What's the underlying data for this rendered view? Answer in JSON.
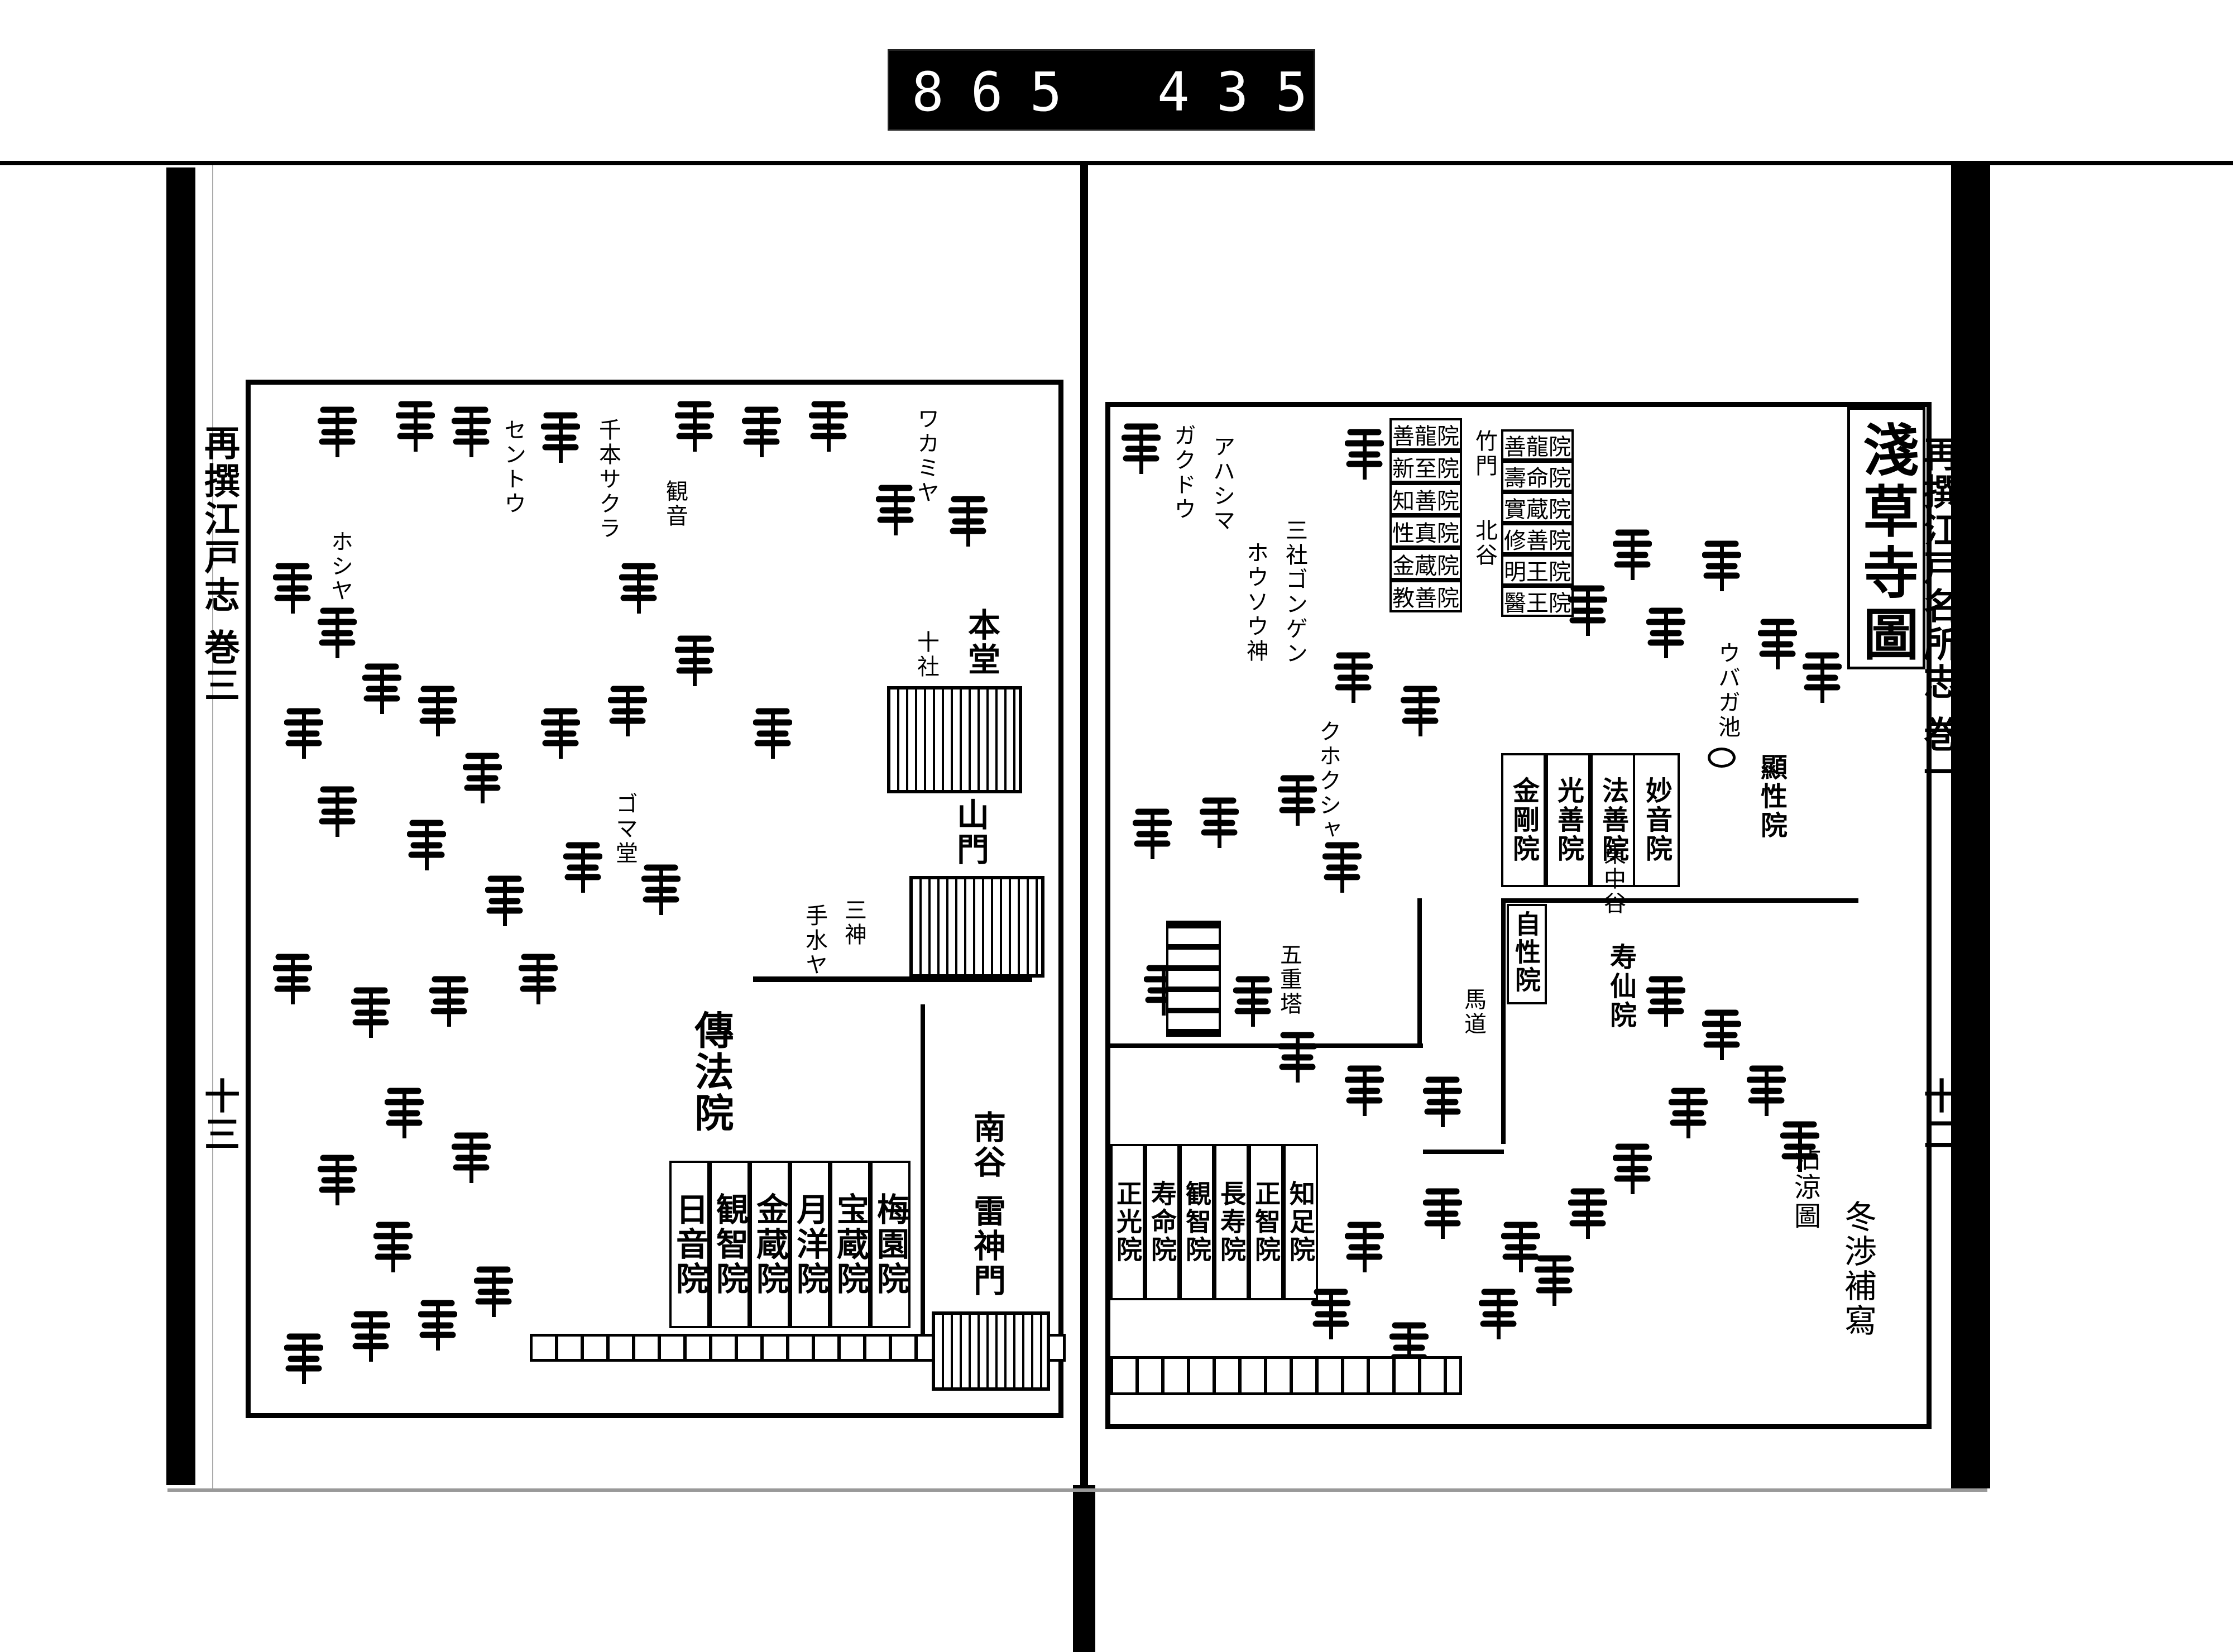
{
  "label_strip": {
    "left_number": "865",
    "right_number": "435."
  },
  "left_page": {
    "margin_title": "再撰江戸志 巻三",
    "page_number": "十三",
    "labels": {
      "main_hall": "本堂",
      "gate": "山門",
      "south_valley": "南谷",
      "thunder_gate": "雷神門",
      "denpoin": "傳法院",
      "temple_column": [
        "梅園院",
        "宝蔵院",
        "月洋院",
        "金蔵院",
        "観智院",
        "日音院"
      ],
      "shrine_ten": "十社",
      "thousand_trees": "千本サクラ",
      "kannon": "観音",
      "misc": [
        "セントウ",
        "ワカミヤ",
        "ホシヤ",
        "ゴマ堂",
        "三神",
        "手水ヤ"
      ]
    }
  },
  "right_page": {
    "title": "淺草寺圖",
    "margin_title": "再撰江戸名所志 巻一",
    "page_number": "十二",
    "labels": {
      "north_valley": "北谷",
      "bamboo_gate": "竹門",
      "north_column_left": [
        "善龍院",
        "新至院",
        "知善院",
        "性真院",
        "金蔵院",
        "教善院"
      ],
      "north_column_right": [
        "善龍院",
        "壽命院",
        "實蔵院",
        "修善院",
        "明王院",
        "醫王院"
      ],
      "row_bottom": [
        "金剛院",
        "光善院",
        "法善院",
        "妙音院",
        "顯性院"
      ],
      "pond": "ウバガ池",
      "east_middle_valley": "東中谷",
      "jishoin": "自性院",
      "jusenin": "寿仙院",
      "horse_road": "馬道",
      "pagoda": "五重塔",
      "south_column": [
        "知足院",
        "正智院",
        "長寿院",
        "観智院",
        "寿命院",
        "正光院"
      ],
      "source_note": "沾涼圖",
      "credit": "冬渉補寫",
      "misc": [
        "三社ゴンゲン",
        "ホウソウ神",
        "アハシマ",
        "クホクシャ",
        "ガクドウ"
      ]
    }
  }
}
